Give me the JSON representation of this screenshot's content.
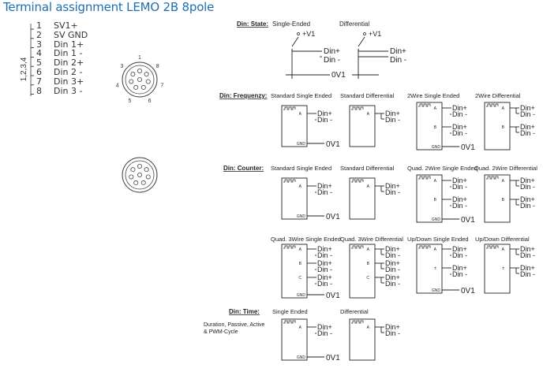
{
  "title": "Terminal assignment LEMO 2B 8pole",
  "pins": [
    {
      "num": "1",
      "name": "SV1+"
    },
    {
      "num": "2",
      "name": "SV GND"
    },
    {
      "num": "3",
      "name": "Din 1+"
    },
    {
      "num": "4",
      "name": "Din 1 -"
    },
    {
      "num": "5",
      "name": "Din 2+"
    },
    {
      "num": "6",
      "name": "Din 2 -"
    },
    {
      "num": "7",
      "name": "Din 3+"
    },
    {
      "num": "8",
      "name": "Din 3 -"
    }
  ],
  "group_label": "1,2,3,4",
  "connector_numbers": [
    "1",
    "2",
    "3",
    "4",
    "5",
    "6",
    "7",
    "8"
  ],
  "sections": {
    "state": "Din: State:",
    "frequency": "Din: Frequenzy:",
    "counter": "Din: Counter:",
    "time": "Din: Time:"
  },
  "state_labels": {
    "single": "Single-Ended",
    "differential": "Differential",
    "vplus": "+V1",
    "din_plus": "Din+",
    "din_minus": "Din -",
    "ov": "0V1"
  },
  "freq_titles": [
    "Standard Single Ended",
    "Standard Differential",
    "2Wire Single Ended",
    "2Wire Differential"
  ],
  "counter_titles_row1": [
    "Standard Single Ended",
    "Standard Differential",
    "Quad. 2Wire Single Ended",
    "Quad. 2Wire Differential"
  ],
  "counter_titles_row2": [
    "Quad. 3Wire Single Ended",
    "Quad. 3Wire Differential",
    "Up/Down Single Ended",
    "Up/Down Differential"
  ],
  "time_titles": [
    "Single Ended",
    "Differential"
  ],
  "time_note": [
    "Duration, Passive, Active",
    "& PWM-Cycle"
  ],
  "box_labels": {
    "a": "A",
    "b": "B",
    "c": "C",
    "gnd": "GND",
    "updown": "±"
  }
}
